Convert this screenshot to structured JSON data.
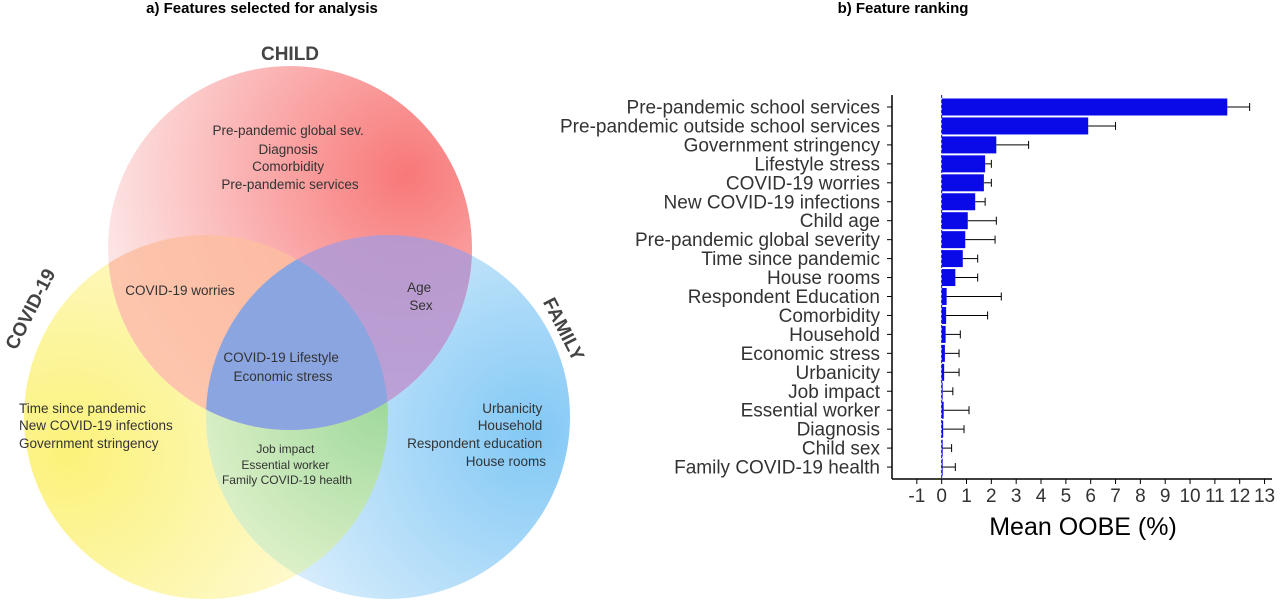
{
  "venn": {
    "title": "a) Features selected for analysis",
    "sets": {
      "child": {
        "label": "CHILD",
        "color": "#f87878"
      },
      "covid": {
        "label": "COVID-19",
        "color": "#fbf27a"
      },
      "family": {
        "label": "FAMILY",
        "color": "#82c8f5"
      }
    },
    "regions": {
      "child_only": [
        "Pre-pandemic global sev.",
        "Diagnosis",
        "Comorbidity",
        "Pre-pandemic services"
      ],
      "child_covid": [
        "COVID-19 worries"
      ],
      "child_family": [
        "Age",
        "Sex"
      ],
      "all_three": [
        "COVID-19 Lifestyle",
        "Economic stress"
      ],
      "covid_only": [
        "Time since pandemic",
        "New COVID-19 infections",
        "Government stringency"
      ],
      "family_only": [
        "Urbanicity",
        "Household",
        "Respondent education",
        "House rooms"
      ],
      "covid_family": [
        "Job impact",
        "Essential worker",
        "Family COVID-19 health"
      ]
    }
  },
  "chart_data": {
    "type": "bar",
    "orientation": "horizontal",
    "title": "b) Feature ranking",
    "xlabel": "Mean OOBE (%)",
    "ylabel": "",
    "xlim": [
      -2,
      13.3
    ],
    "xticks": [
      -1,
      0,
      1,
      2,
      3,
      4,
      5,
      6,
      7,
      8,
      9,
      10,
      11,
      12,
      13
    ],
    "bar_color": "#0a0ae8",
    "error_bars": true,
    "categories": [
      "Pre-pandemic school services",
      "Pre-pandemic outside school services",
      "Government stringency",
      "Lifestyle stress",
      "COVID-19 worries",
      "New COVID-19 infections",
      "Child age",
      "Pre-pandemic global severity",
      "Time since pandemic",
      "House rooms",
      "Respondent Education",
      "Comorbidity",
      "Household",
      "Economic stress",
      "Urbanicity",
      "Job impact",
      "Essential worker",
      "Diagnosis",
      "Child sex",
      "Family COVID-19 health"
    ],
    "values": [
      11.5,
      5.9,
      2.2,
      1.75,
      1.7,
      1.35,
      1.05,
      0.95,
      0.85,
      0.55,
      0.2,
      0.18,
      0.16,
      0.13,
      0.1,
      0.04,
      0.08,
      0.06,
      0.02,
      0.02
    ],
    "error_upper": [
      12.4,
      7.0,
      3.5,
      2.0,
      2.0,
      1.75,
      2.2,
      2.15,
      1.45,
      1.45,
      2.4,
      1.85,
      0.75,
      0.7,
      0.7,
      0.45,
      1.1,
      0.9,
      0.4,
      0.55
    ]
  }
}
